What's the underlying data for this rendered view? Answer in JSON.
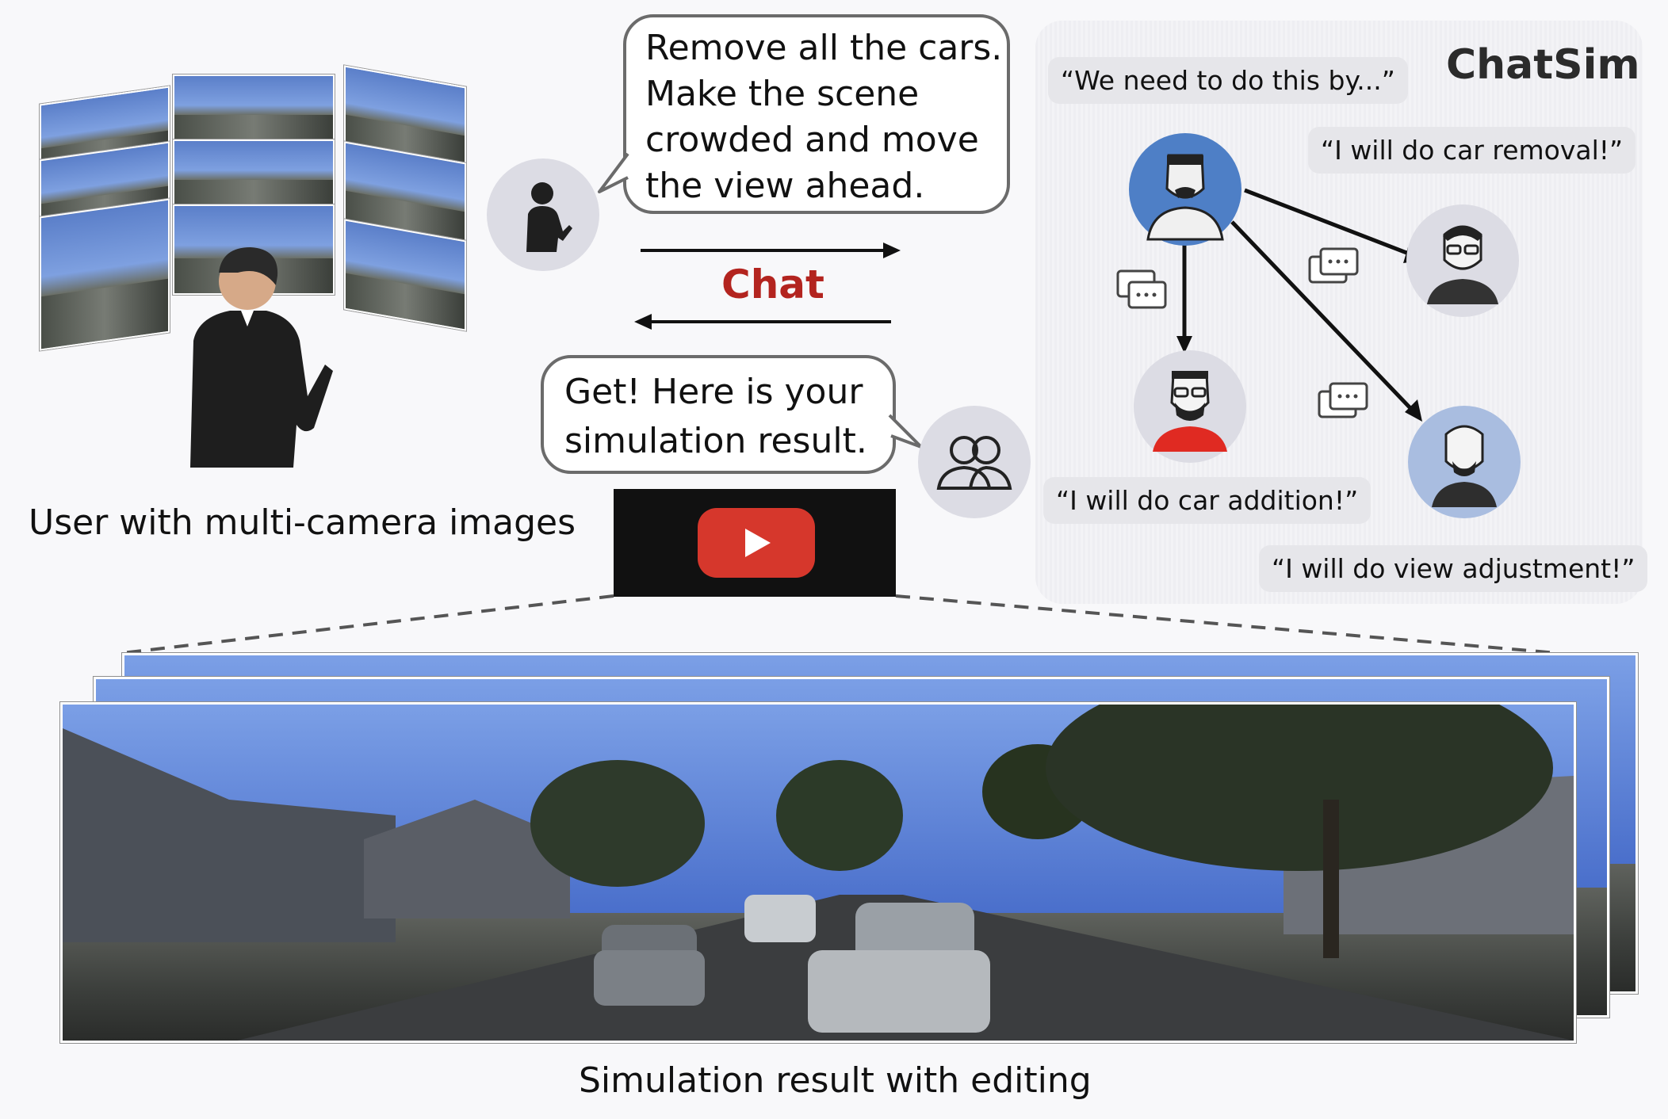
{
  "user": {
    "caption": "User with multi-camera images"
  },
  "request_bubble": {
    "lines": [
      "Remove all the cars.",
      "Make the scene",
      "crowded and move",
      "the view ahead."
    ]
  },
  "chat": {
    "label": "Chat"
  },
  "response_bubble": {
    "lines": [
      "Get! Here is your",
      "simulation result."
    ]
  },
  "chatsim": {
    "title": "ChatSim",
    "quotes": {
      "planner": "“We need to do this by...”",
      "car_removal": "“I will do car removal!”",
      "car_addition": "“I will do car addition!”",
      "view_adjustment": "“I will do view adjustment!”"
    },
    "colors": {
      "planner_circle": "#4e7fc6",
      "addition_shirt": "#e02a22",
      "view_circle": "#a9bde0"
    }
  },
  "result": {
    "caption": "Simulation result with editing"
  },
  "icons": {
    "play": "play-icon",
    "message": "message-bubbles-icon"
  }
}
